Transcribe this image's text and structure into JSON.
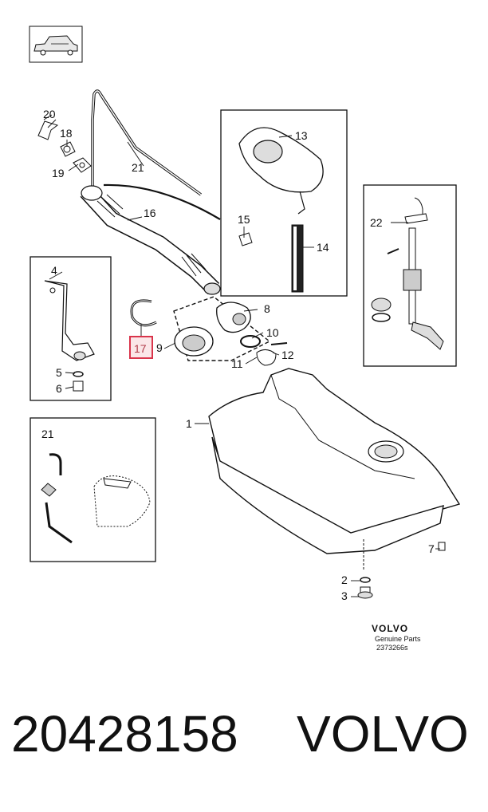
{
  "labels": {
    "l1": "1",
    "l2": "2",
    "l3": "3",
    "l4": "4",
    "l5": "5",
    "l6": "6",
    "l7": "7",
    "l8": "8",
    "l9": "9",
    "l10": "10",
    "l11": "11",
    "l12": "12",
    "l13": "13",
    "l14": "14",
    "l15": "15",
    "l16": "16",
    "l17": "17",
    "l18": "18",
    "l19": "19",
    "l20": "20",
    "l21a": "21",
    "l21b": "21",
    "l22": "22"
  },
  "brand": {
    "name": "VOLVO",
    "subtitle": "Genuine Parts",
    "code": "2373266s"
  },
  "footer": {
    "part_number": "20428158",
    "brand": "VOLVO"
  },
  "colors": {
    "highlight": "#d9344b",
    "highlight_fill": "#fbe6e8",
    "line": "#111111"
  }
}
